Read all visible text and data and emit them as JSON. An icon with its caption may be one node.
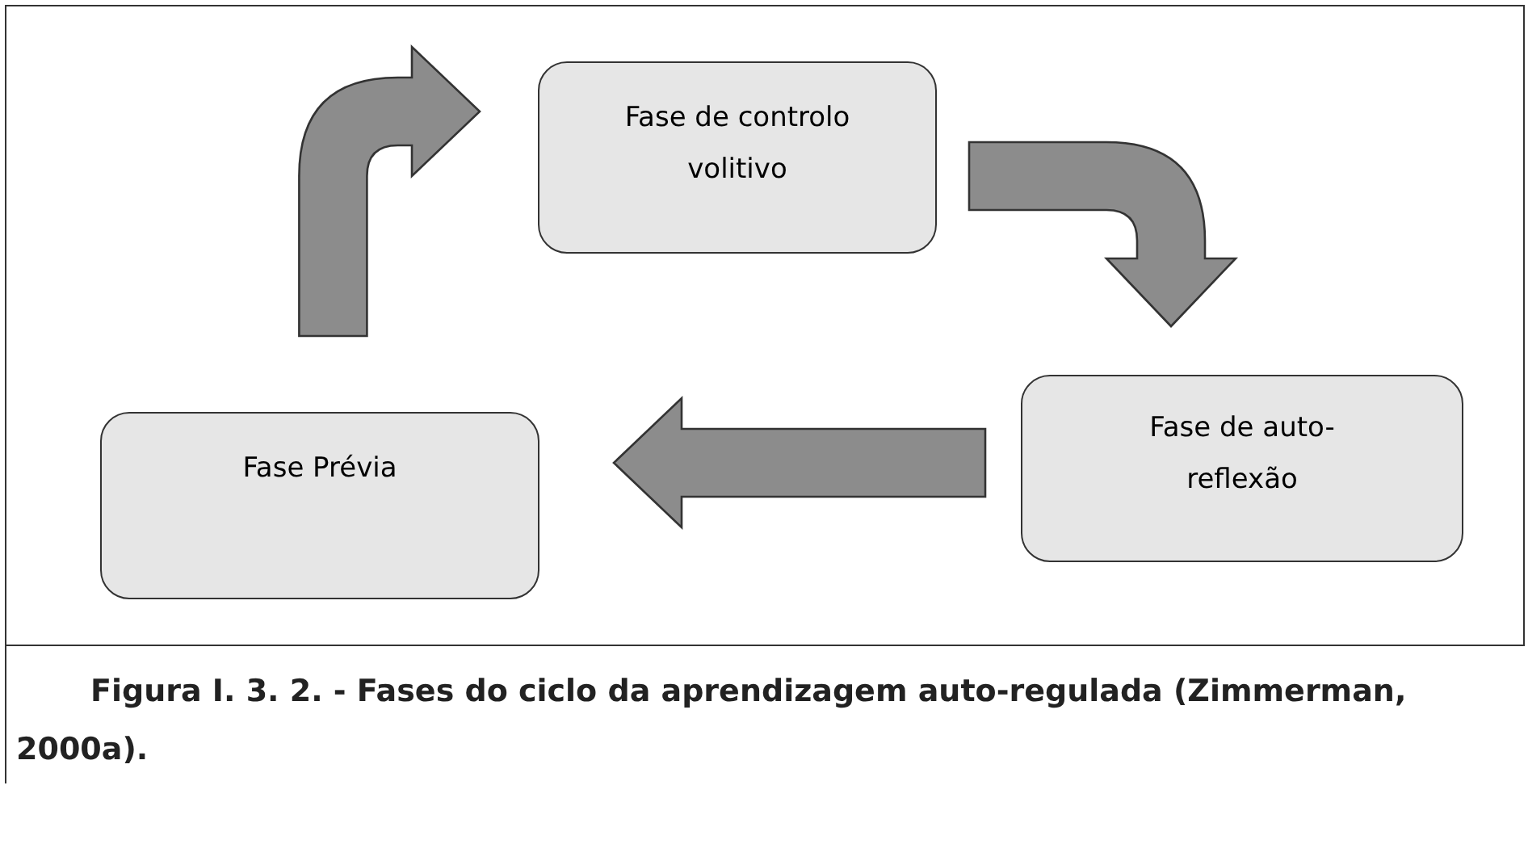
{
  "diagram": {
    "caption": "Figura I. 3. 2. - Fases do ciclo da aprendizagem auto-regulada (Zimmerman, 2000a).",
    "nodes": [
      {
        "text": [
          "Fase de controlo volitivo"
        ]
      },
      {
        "text": [
          "Fase de auto-reflexão"
        ]
      },
      {
        "text": [
          "Fase Prévia"
        ]
      }
    ],
    "edges": [
      {
        "from": 2,
        "to": 0,
        "arrow": "to"
      },
      {
        "from": 0,
        "to": 1,
        "arrow": "to"
      },
      {
        "from": 1,
        "to": 2,
        "arrow": "to"
      }
    ]
  }
}
